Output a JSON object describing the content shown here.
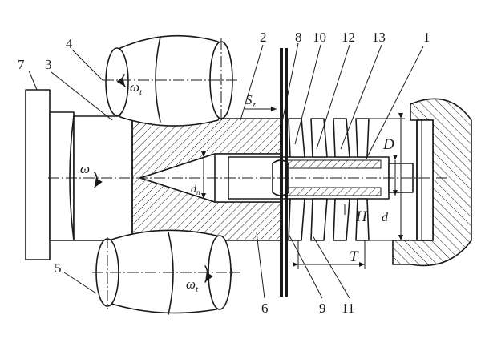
{
  "labels": {
    "n1": "1",
    "n2": "2",
    "n3": "3",
    "n4": "4",
    "n5": "5",
    "n6": "6",
    "n7": "7",
    "n8": "8",
    "n9": "9",
    "n10": "10",
    "n11": "11",
    "n12": "12",
    "n13": "13"
  },
  "symbols": {
    "omega_t_top": "ω",
    "omega_t_top_sub": "t",
    "omega_t_bottom": "ω",
    "omega_t_bottom_sub": "t",
    "omega": "ω",
    "s_z": "S",
    "s_z_sub": "z",
    "d_n": "d",
    "d_n_sub": "n",
    "D": "D",
    "H": "H",
    "d": "d",
    "T": "T"
  }
}
